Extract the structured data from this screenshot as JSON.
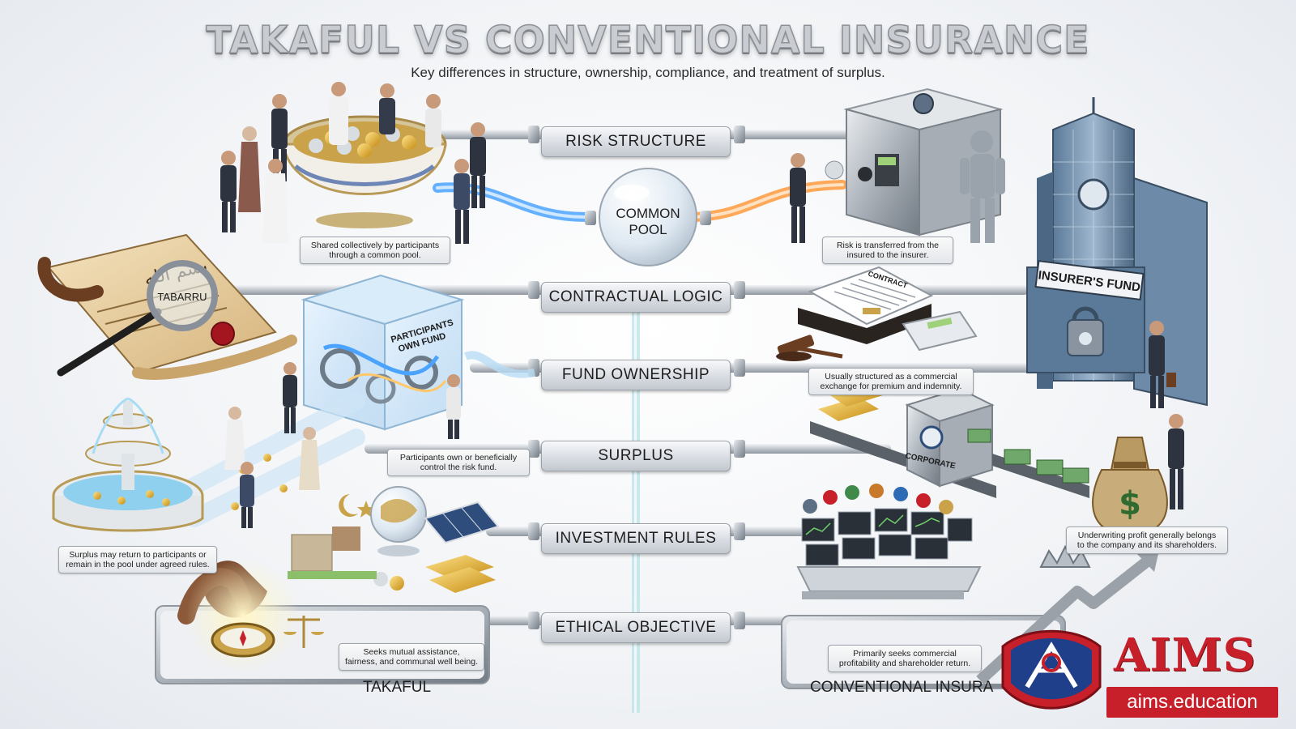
{
  "header": {
    "title": "TAKAFUL VS CONVENTIONAL INSURANCE",
    "subtitle": "Key differences in structure, ownership, compliance, and treatment of surplus."
  },
  "categories": [
    "RISK STRUCTURE",
    "CONTRACTUAL LOGIC",
    "FUND OWNERSHIP",
    "SURPLUS",
    "INVESTMENT RULES",
    "ETHICAL OBJECTIVE"
  ],
  "center_node": {
    "line1": "COMMON",
    "line2": "POOL"
  },
  "captions": {
    "takaful_risk": [
      "Shared collectively by participants",
      "through a common pool."
    ],
    "conventional_risk": [
      "Risk is transferred from the",
      "insured to the insurer."
    ],
    "conventional_contract": [
      "Usually structured as a commercial",
      "exchange for premium and indemnity."
    ],
    "takaful_ownership": [
      "Participants own or beneficially",
      "control the risk fund."
    ],
    "takaful_surplus": [
      "Surplus may return to participants or",
      "remain in the pool under agreed rules."
    ],
    "conventional_surplus": [
      "Underwriting profit generally belongs",
      "to the company and its shareholders."
    ],
    "takaful_ethics": [
      "Seeks mutual assistance,",
      "fairness, and communal well being."
    ],
    "conventional_ethics": [
      "Primarily seeks commercial",
      "profitability and shareholder return."
    ]
  },
  "object_labels": {
    "magnifier": "TABARRU",
    "glass_vault": [
      "PARTICIPANTS",
      "OWN FUND"
    ],
    "building_sign": "INSURER'S FUND",
    "contract": "CONTRACT",
    "machine": "CORPORATE",
    "money_bag": "$",
    "scroll_script": "بسم الله"
  },
  "bases": {
    "left": "TAKAFUL",
    "right": "CONVENTIONAL INSURA"
  },
  "logo": {
    "name": "AIMS",
    "url": "aims.education"
  },
  "colors": {
    "takaful_flow": "#4aa3ff",
    "conventional_flow": "#ff9a3c",
    "brand_red": "#c8202a"
  }
}
